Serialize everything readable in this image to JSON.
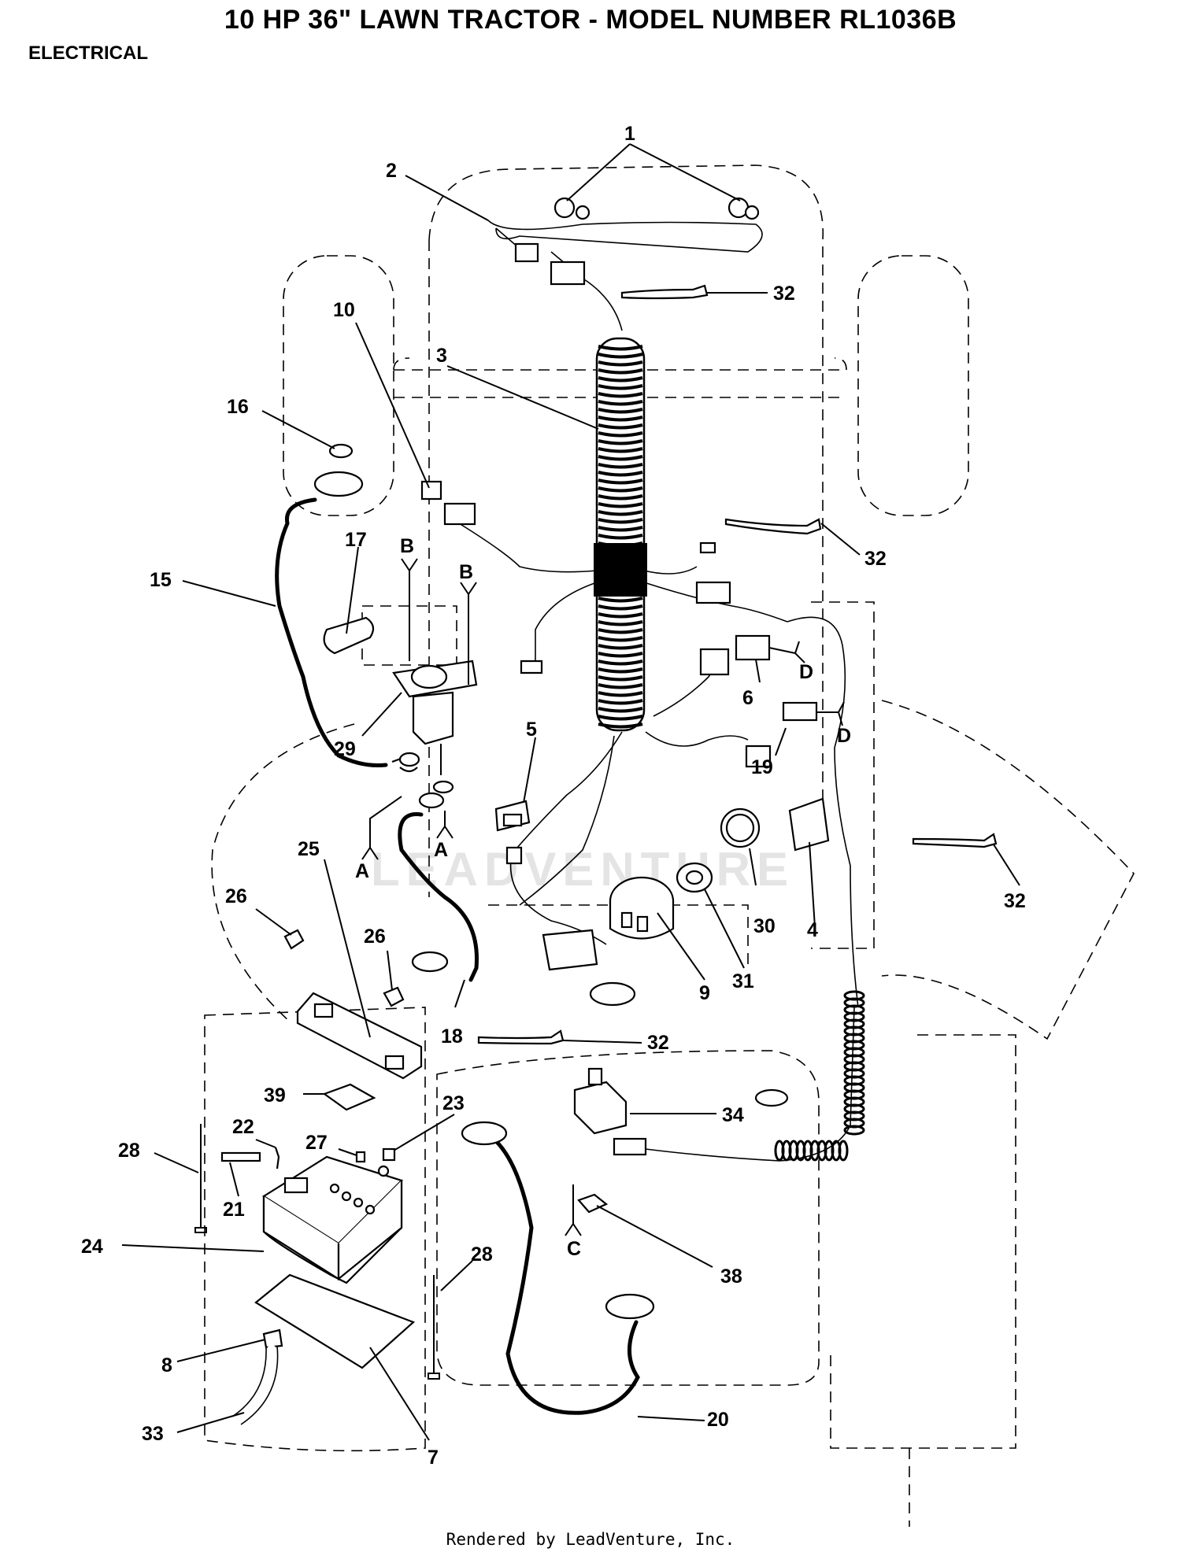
{
  "title": "10 HP 36\" LAWN TRACTOR - MODEL NUMBER RL1036B",
  "section": "ELECTRICAL",
  "footer": "Rendered by LeadVenture, Inc.",
  "watermark": "LEADVENTURE",
  "callouts": {
    "c1": "1",
    "c2": "2",
    "c32a": "32",
    "c10": "10",
    "c3": "3",
    "c16": "16",
    "c17": "17",
    "cB1": "B",
    "cB2": "B",
    "c15": "15",
    "c32b": "32",
    "cD1": "D",
    "c6": "6",
    "c29": "29",
    "c5": "5",
    "cD2": "D",
    "c19": "19",
    "cA1": "A",
    "cA2": "A",
    "c25": "25",
    "c26a": "26",
    "c26b": "26",
    "c32c": "32",
    "c30": "30",
    "c4": "4",
    "c9": "9",
    "c31": "31",
    "c18": "18",
    "c32d": "32",
    "c39": "39",
    "c22": "22",
    "c23": "23",
    "c34": "34",
    "c28a": "28",
    "c27": "27",
    "c21": "21",
    "c24": "24",
    "c28b": "28",
    "cC": "C",
    "c38": "38",
    "c8": "8",
    "c20": "20",
    "c33": "33",
    "c7": "7"
  }
}
